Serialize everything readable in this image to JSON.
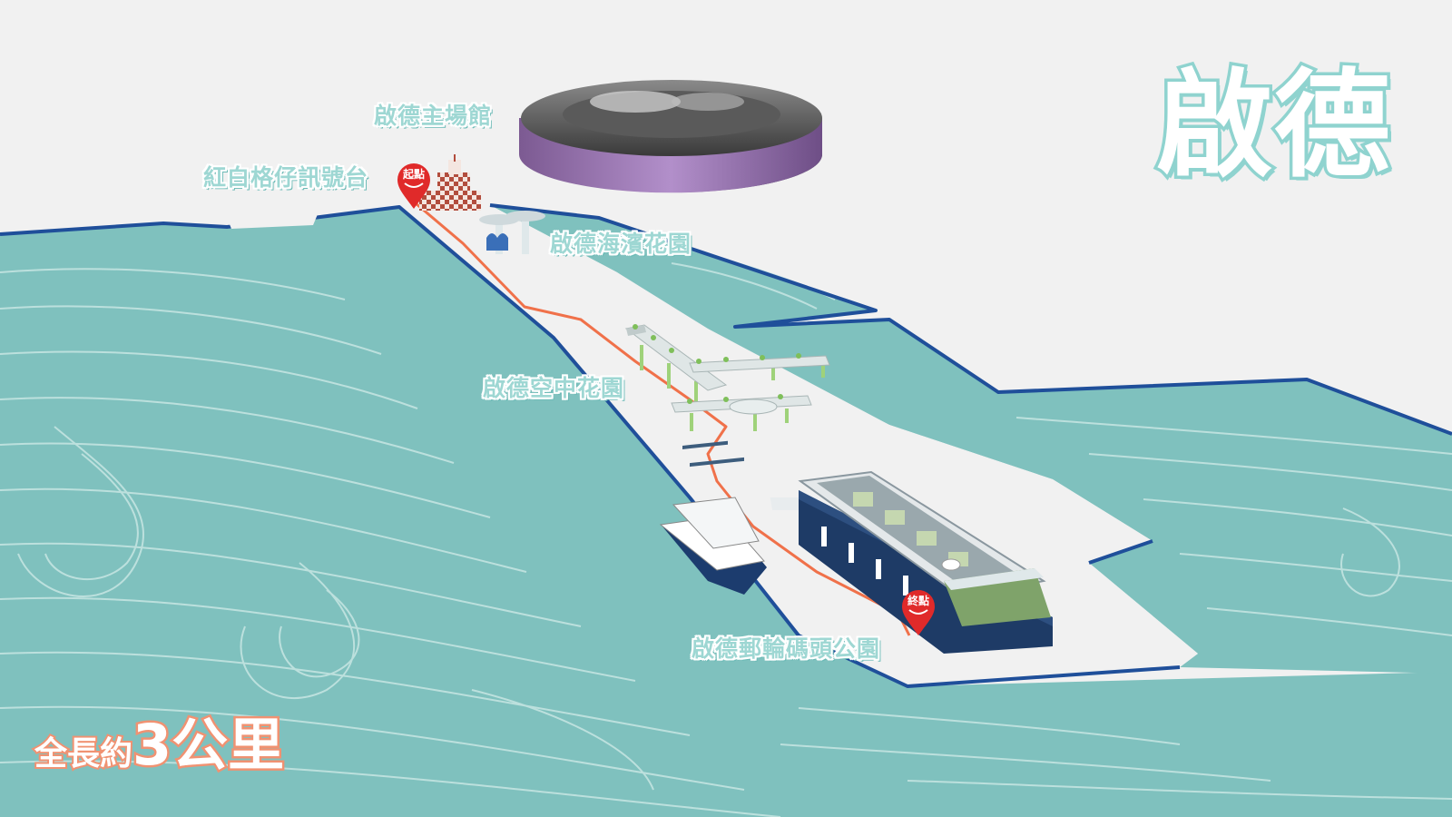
{
  "district": "啟德",
  "route_length": {
    "prefix": "全長約",
    "value": "3公里"
  },
  "places": {
    "stadium": "啟德主場館",
    "signal_hill": "紅白格仔訊號台",
    "seaside_garden": "啟德海濱花園",
    "sky_garden": "啟德空中花園",
    "cruise_park": "啟德郵輪碼頭公園"
  },
  "markers": {
    "start": "起點",
    "end": "終點"
  },
  "colors": {
    "sea": "#7fc1be",
    "land": "#f1f1f1",
    "shore": "#1f4f9a",
    "route": "#f0714a",
    "pin": "#e02a2a",
    "stadium": "#9a72b0",
    "label": "#9ed7d3"
  }
}
